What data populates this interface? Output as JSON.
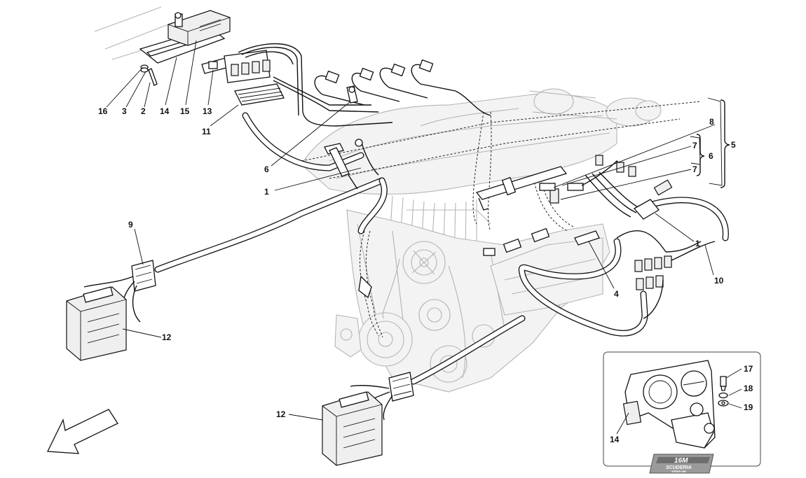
{
  "diagram": {
    "callouts": [
      {
        "id": "c16",
        "text": "16"
      },
      {
        "id": "c3a",
        "text": "3"
      },
      {
        "id": "c2a",
        "text": "2"
      },
      {
        "id": "c14a",
        "text": "14"
      },
      {
        "id": "c15",
        "text": "15"
      },
      {
        "id": "c13",
        "text": "13"
      },
      {
        "id": "c11",
        "text": "11"
      },
      {
        "id": "c6a",
        "text": "6"
      },
      {
        "id": "c1a",
        "text": "1"
      },
      {
        "id": "c8",
        "text": "8"
      },
      {
        "id": "c5",
        "text": "5"
      },
      {
        "id": "c7a",
        "text": "7"
      },
      {
        "id": "c6b",
        "text": "6"
      },
      {
        "id": "c7b",
        "text": "7"
      },
      {
        "id": "c9",
        "text": "9"
      },
      {
        "id": "c1b",
        "text": "1"
      },
      {
        "id": "c10",
        "text": "10"
      },
      {
        "id": "c4",
        "text": "4"
      },
      {
        "id": "c12a",
        "text": "12"
      },
      {
        "id": "c12b",
        "text": "12"
      },
      {
        "id": "c17",
        "text": "17"
      },
      {
        "id": "c18",
        "text": "18"
      },
      {
        "id": "c19",
        "text": "19"
      },
      {
        "id": "c14b",
        "text": "14"
      }
    ],
    "logo": {
      "main": "16M",
      "sub": "SCUDERIA",
      "tag": "SPIDER 16M"
    }
  }
}
